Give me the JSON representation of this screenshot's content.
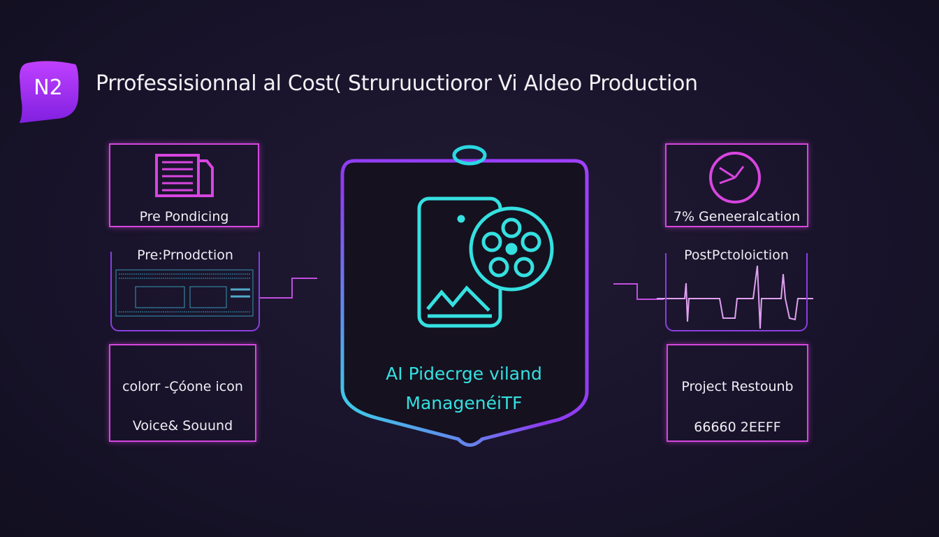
{
  "header": {
    "logo_text": "N2",
    "title": "Prrofessisionnal al Cost( Struruuctioror Vi Aldeo Production"
  },
  "left": {
    "top_box": {
      "icon": "document-icon",
      "label": "Pre Pondicing"
    },
    "middle_box": {
      "label": "Pre:Prnodction",
      "image": "screen-interface-thumbnail"
    },
    "bottom_box": {
      "line1": "colorr -Çóone icon",
      "line2": "Voice& Souund"
    }
  },
  "center": {
    "icon": "mobile-film-reel-icon",
    "line1": "AI Pidecrge viland",
    "line2": "ManagenéiTF"
  },
  "right": {
    "top_box": {
      "icon": "clock-icon",
      "label": "7% Geneeralcation"
    },
    "middle_box": {
      "label": "PostPctoloiction",
      "image": "waveform"
    },
    "bottom_box": {
      "line1": "Project Restounb",
      "line2": "66660 2EEFF"
    }
  },
  "colors": {
    "background": "#18132a",
    "magenta": "#d845e0",
    "purple": "#8a3ee0",
    "cyan": "#35e0e0",
    "logo": "#a030f0"
  }
}
